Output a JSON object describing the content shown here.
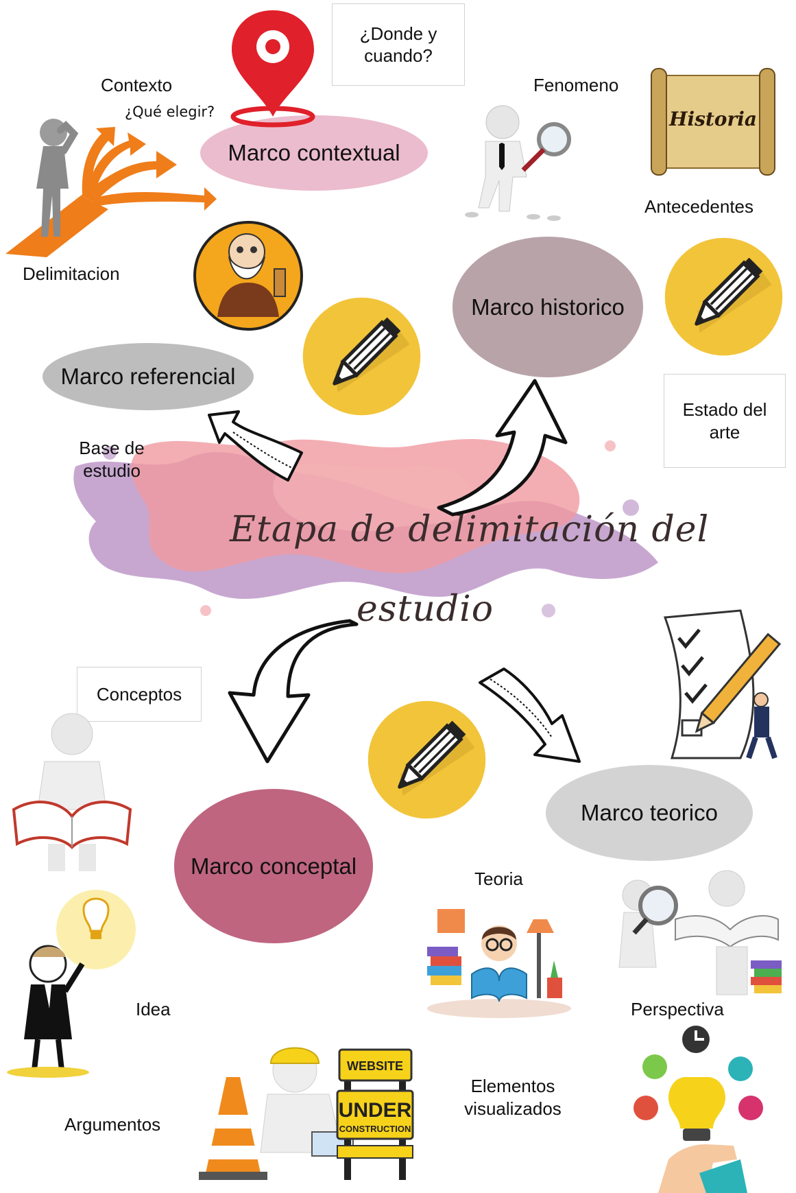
{
  "title": {
    "line1": "Etapa de delimitación del",
    "line2": "estudio"
  },
  "nodes": {
    "contextual": "Marco contextual",
    "historico": "Marco historico",
    "referencial": "Marco referencial",
    "conceptal": "Marco conceptal",
    "teorico": "Marco teorico"
  },
  "labels": {
    "contexto": "Contexto",
    "que_elegir": "¿Qué elegir?",
    "donde_cuando": "¿Donde y cuando?",
    "fenomeno": "Fenomeno",
    "historia": "Historia",
    "antecedentes": "Antecedentes",
    "delimitacion": "Delimitacion",
    "estado_arte": "Estado del arte",
    "base_estudio": "Base de estudio",
    "conceptos": "Conceptos",
    "teoria": "Teoria",
    "perspectiva": "Perspectiva",
    "idea": "Idea",
    "argumentos": "Argumentos",
    "elementos": "Elementos visualizados",
    "website": "WEBSITE",
    "under": "UNDER",
    "construction": "CONSTRUCTION"
  },
  "colors": {
    "contextual": "#ebbccd",
    "historico": "#b8a3a9",
    "referencial": "#bdbdbd",
    "conceptal": "#bf6580",
    "teorico": "#d3d3d3",
    "pencil_circle": "#f2c43a",
    "splash_pink": "#f09aa0",
    "splash_purple": "#b48ac0"
  }
}
